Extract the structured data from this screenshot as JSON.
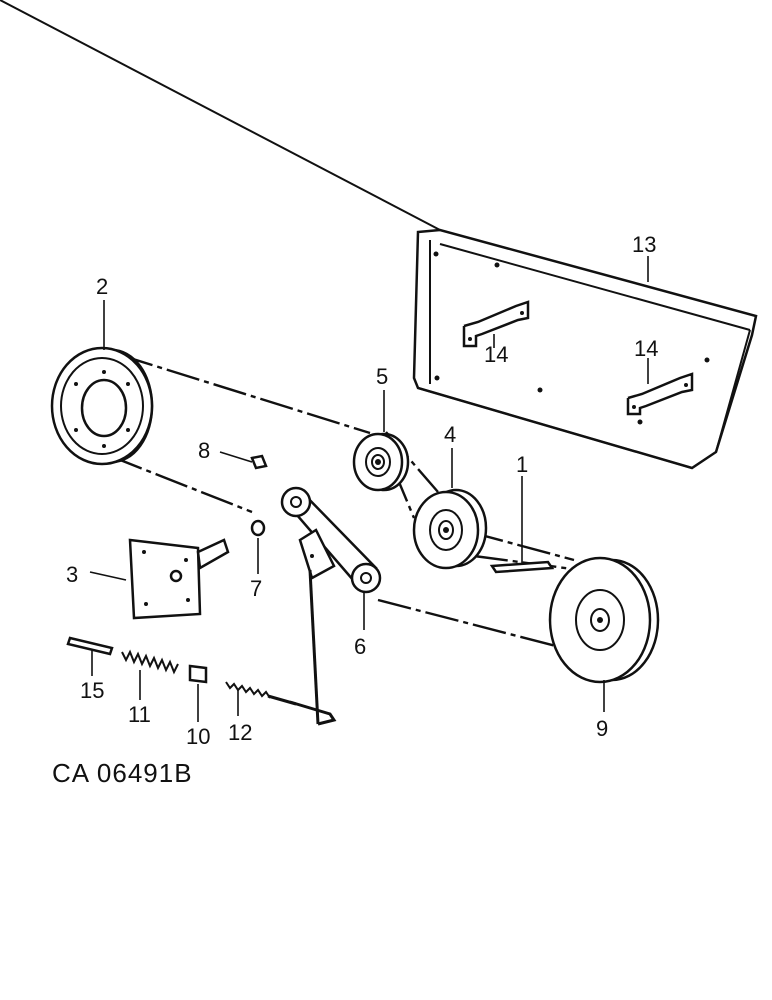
{
  "callouts": {
    "c1": "1",
    "c2": "2",
    "c3": "3",
    "c4": "4",
    "c5": "5",
    "c6": "6",
    "c7": "7",
    "c8": "8",
    "c9": "9",
    "c10": "10",
    "c11": "11",
    "c12": "12",
    "c13": "13",
    "c14a": "14",
    "c14b": "14",
    "c15": "15"
  },
  "figure_code": "CA 06491B"
}
